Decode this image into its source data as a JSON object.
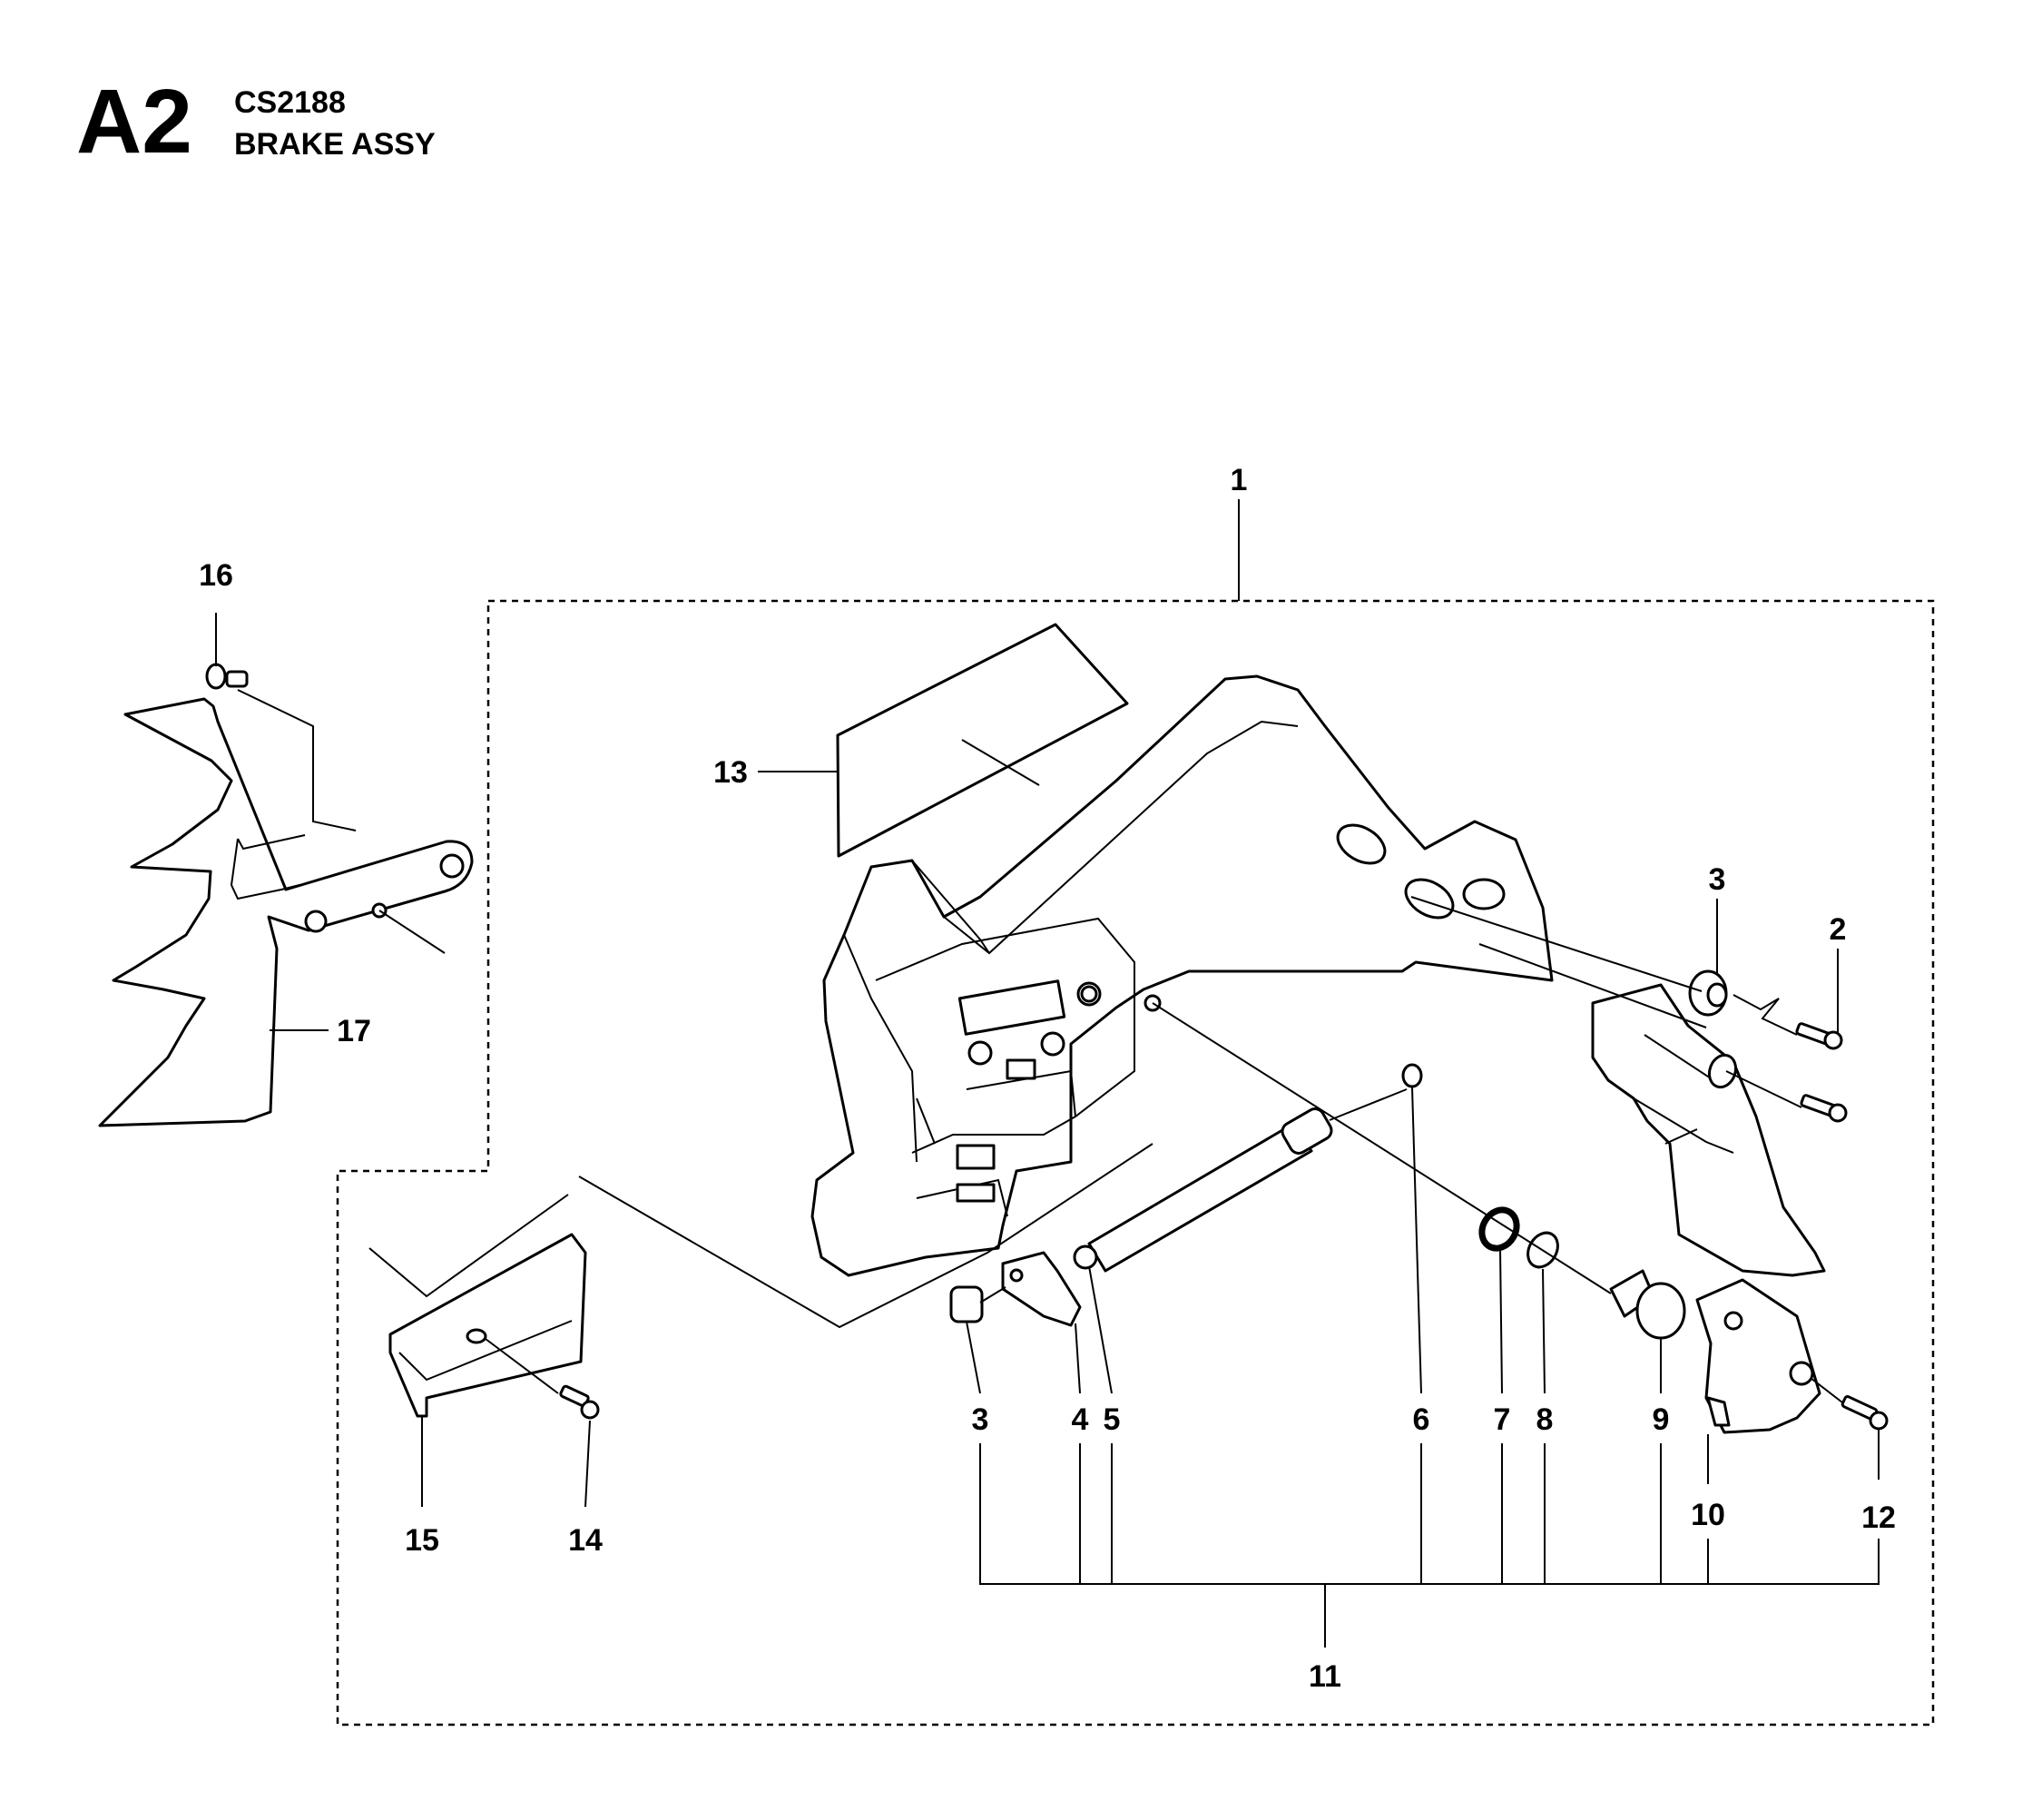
{
  "header": {
    "section_code": "A2",
    "model": "CS2188",
    "title": "BRAKE ASSY"
  },
  "callouts": {
    "c1": "1",
    "c2": "2",
    "c3a": "3",
    "c3b": "3",
    "c4": "4",
    "c5": "5",
    "c6": "6",
    "c7": "7",
    "c8": "8",
    "c9": "9",
    "c10": "10",
    "c11": "11",
    "c12": "12",
    "c13": "13",
    "c14": "14",
    "c15": "15",
    "c16": "16",
    "c17": "17"
  }
}
